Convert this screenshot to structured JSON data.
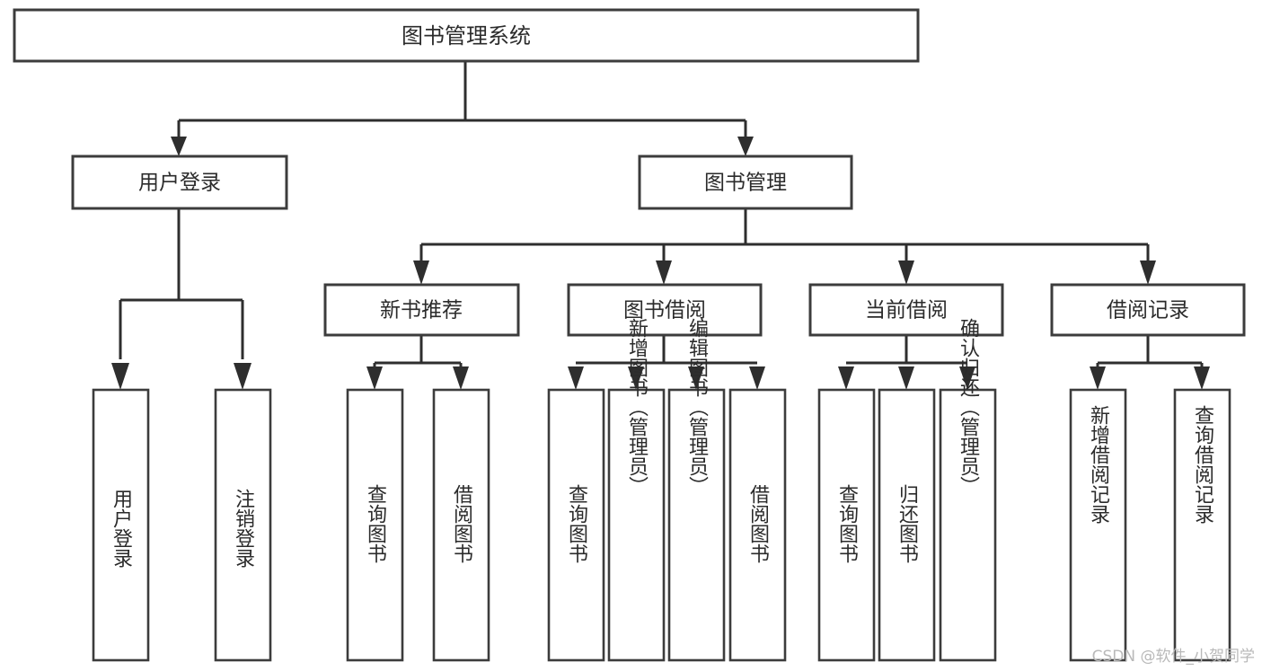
{
  "diagram": {
    "type": "tree",
    "title": "图书管理系统",
    "watermark": "CSDN @软件_小贺同学",
    "colors": {
      "background": "#ffffff",
      "box_fill": "#ffffff",
      "box_stroke": "#3c3c3c",
      "connector": "#2e2e2e",
      "text": "#2b2b2b",
      "watermark": "#b9b9b9"
    },
    "levels": [
      {
        "level": 1,
        "nodes": [
          {
            "id": "root",
            "label": "图书管理系统",
            "orientation": "horizontal"
          }
        ]
      },
      {
        "level": 2,
        "nodes": [
          {
            "id": "user-login",
            "label": "用户登录",
            "orientation": "horizontal",
            "parent": "root"
          },
          {
            "id": "book-management",
            "label": "图书管理",
            "orientation": "horizontal",
            "parent": "root"
          }
        ]
      },
      {
        "level": 3,
        "nodes": [
          {
            "id": "new-book-recommend",
            "label": "新书推荐",
            "orientation": "horizontal",
            "parent": "book-management"
          },
          {
            "id": "book-borrow",
            "label": "图书借阅",
            "orientation": "horizontal",
            "parent": "book-management"
          },
          {
            "id": "current-borrow",
            "label": "当前借阅",
            "orientation": "horizontal",
            "parent": "book-management"
          },
          {
            "id": "borrow-record",
            "label": "借阅记录",
            "orientation": "horizontal",
            "parent": "book-management"
          }
        ]
      },
      {
        "level": 4,
        "nodes": [
          {
            "id": "leaf-user-login",
            "label": "用户登录",
            "orientation": "vertical",
            "parent": "user-login"
          },
          {
            "id": "leaf-logout-login",
            "label": "注销登录",
            "orientation": "vertical",
            "parent": "user-login"
          },
          {
            "id": "leaf-query-book-1",
            "label": "查询图书",
            "orientation": "vertical",
            "parent": "new-book-recommend"
          },
          {
            "id": "leaf-borrow-book-1",
            "label": "借阅图书",
            "orientation": "vertical",
            "parent": "new-book-recommend"
          },
          {
            "id": "leaf-query-book-2",
            "label": "查询图书",
            "orientation": "vertical",
            "parent": "book-borrow"
          },
          {
            "id": "leaf-add-book",
            "label": "新增图书（管理员）",
            "orientation": "vertical",
            "parent": "book-borrow"
          },
          {
            "id": "leaf-edit-book",
            "label": "编辑图书（管理员）",
            "orientation": "vertical",
            "parent": "book-borrow"
          },
          {
            "id": "leaf-borrow-book-2",
            "label": "借阅图书",
            "orientation": "vertical",
            "parent": "book-borrow"
          },
          {
            "id": "leaf-query-book-3",
            "label": "查询图书",
            "orientation": "vertical",
            "parent": "current-borrow"
          },
          {
            "id": "leaf-return-book",
            "label": "归还图书",
            "orientation": "vertical",
            "parent": "current-borrow"
          },
          {
            "id": "leaf-confirm-return",
            "label": "确认归还（管理员）",
            "orientation": "vertical",
            "parent": "current-borrow"
          },
          {
            "id": "leaf-add-record",
            "label": "新增借阅记录",
            "orientation": "vertical",
            "parent": "borrow-record"
          },
          {
            "id": "leaf-query-record",
            "label": "查询借阅记录",
            "orientation": "vertical",
            "parent": "borrow-record"
          }
        ]
      }
    ]
  }
}
